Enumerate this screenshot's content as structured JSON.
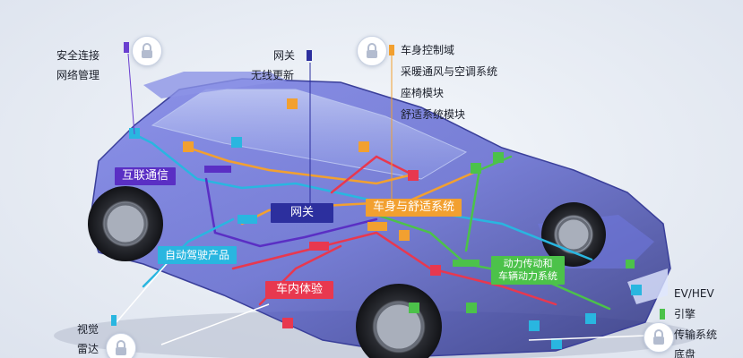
{
  "texts": {
    "t1": "安全连接",
    "t2": "网络管理",
    "t3": "网关",
    "t4": "无线更新",
    "t5": "车身控制域",
    "t6": "采暖通风与空调系统",
    "t7": "座椅模块",
    "t8": "舒适系统模块",
    "t9": "视觉",
    "t10": "雷达",
    "t11": "EV/HEV",
    "t12": "引擎",
    "t13": "传输系统",
    "t14": "底盘"
  },
  "labels": {
    "connectivity": "互联通信",
    "gateway": "网关",
    "body_comfort": "车身与舒适系统",
    "adas": "自动驾驶产品",
    "cabin": "车内体验",
    "powertrain_line1": "动力传动和",
    "powertrain_line2": "车辆动力系统"
  },
  "colors": {
    "purple": "#5a2fc4",
    "navy": "#2c2f9e",
    "orange": "#f2a030",
    "cyan": "#29b6e0",
    "red": "#e8384f",
    "green": "#4cc24a"
  },
  "icons": [
    "lock-icon"
  ]
}
